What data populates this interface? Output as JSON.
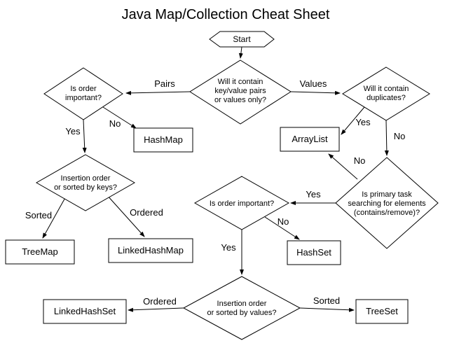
{
  "title": "Java Map/Collection Cheat Sheet",
  "nodes": {
    "start": {
      "label": "Start"
    },
    "decision_pairs_or_values": {
      "lines": [
        "Will it contain",
        "key/value pairs",
        "or values only?"
      ]
    },
    "decision_order_important_map": {
      "lines": [
        "Is order",
        "important?"
      ]
    },
    "decision_duplicates": {
      "lines": [
        "Will it contain",
        "duplicates?"
      ]
    },
    "decision_insertion_or_sorted_keys": {
      "lines": [
        "Insertion order",
        "or sorted by keys?"
      ]
    },
    "decision_searching": {
      "lines": [
        "Is primary task",
        "searching for elements",
        "(contains/remove)?"
      ]
    },
    "decision_order_important_set": {
      "lines": [
        "Is order important?"
      ]
    },
    "decision_insertion_or_sorted_values": {
      "lines": [
        "Insertion order",
        "or sorted by values?"
      ]
    },
    "result_hashmap": {
      "label": "HashMap"
    },
    "result_arraylist": {
      "label": "ArrayList"
    },
    "result_treemap": {
      "label": "TreeMap"
    },
    "result_linkedhashmap": {
      "label": "LinkedHashMap"
    },
    "result_hashset": {
      "label": "HashSet"
    },
    "result_linkedhashset": {
      "label": "LinkedHashSet"
    },
    "result_treeset": {
      "label": "TreeSet"
    }
  },
  "edge_labels": {
    "pairs": "Pairs",
    "values": "Values",
    "no_map_order": "No",
    "yes_map_order": "Yes",
    "sorted_keys": "Sorted",
    "ordered_keys": "Ordered",
    "yes_duplicates": "Yes",
    "no_duplicates": "No",
    "no_searching": "No",
    "yes_searching": "Yes",
    "no_set_order": "No",
    "yes_set_order": "Yes",
    "ordered_values": "Ordered",
    "sorted_values": "Sorted"
  },
  "colors": {
    "stroke": "#000000",
    "background": "#ffffff",
    "text": "#000000"
  }
}
